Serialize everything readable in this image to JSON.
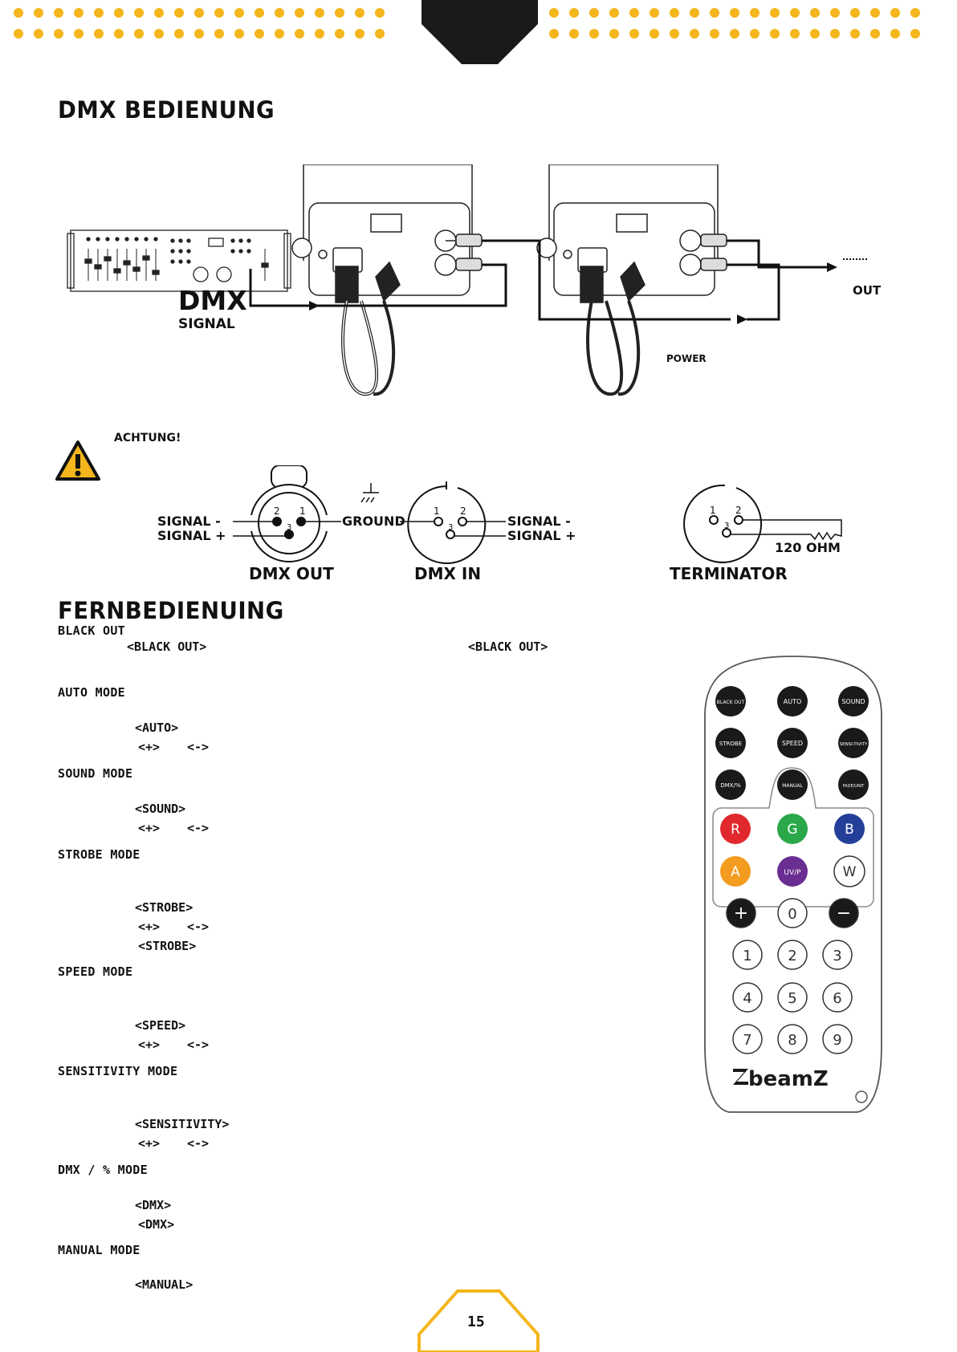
{
  "heading_dmx": "DMX BEDIENUNG",
  "diagram": {
    "dmx_big": "DMX",
    "dmx_signal": "SIGNAL",
    "power": "POWER",
    "out": "OUT"
  },
  "warning": {
    "title": "ACHTUNG!"
  },
  "connectors": {
    "signal_minus": "SIGNAL -",
    "signal_plus": "SIGNAL +",
    "ground": "GROUND",
    "dmx_out": "DMX OUT",
    "dmx_in": "DMX IN",
    "terminator": "TERMINATOR",
    "ohm": "120 OHM",
    "pin1": "1",
    "pin2": "2",
    "pin3": "3"
  },
  "heading_remote": "FERNBEDIENUING",
  "sections": {
    "black_out": "BLACK OUT",
    "black_out_cmd1": "<BLACK OUT>",
    "black_out_cmd2": "<BLACK OUT>",
    "auto": "AUTO MODE",
    "auto_cmd": "<AUTO>",
    "plus": "<+>",
    "minus": "<->",
    "sound": "SOUND MODE",
    "sound_cmd": "<SOUND>",
    "strobe": "STROBE MODE",
    "strobe_cmd": "<STROBE>",
    "speed": "SPEED MODE",
    "speed_cmd": "<SPEED>",
    "sensitivity": "SENSITIVITY MODE",
    "sensitivity_cmd": "<SENSITIVITY>",
    "dmx": "DMX / % MODE",
    "dmx_cmd": "<DMX>",
    "manual": "MANUAL MODE",
    "manual_cmd": "<MANUAL>"
  },
  "remote": {
    "black_out": "BLACK OUT",
    "auto": "AUTO",
    "sound": "SOUND",
    "strobe": "STROBE",
    "speed": "SPEED",
    "sensitivity": "SENSI-TIVITY",
    "dmx": "DMX/%",
    "manual": "MANUAL",
    "fade": "FADE/UNIT",
    "r": "R",
    "g": "G",
    "b": "B",
    "a": "A",
    "uv": "UV/P",
    "w": "W",
    "plus": "+",
    "zero": "0",
    "minus": "−",
    "n1": "1",
    "n2": "2",
    "n3": "3",
    "n4": "4",
    "n5": "5",
    "n6": "6",
    "n7": "7",
    "n8": "8",
    "n9": "9",
    "brand": "beamZ"
  },
  "page_number": "15",
  "colors": {
    "accent": "#f4b61c",
    "red": "#e0282e",
    "green": "#2aa84a",
    "blue": "#233f99",
    "amber": "#f39c1f",
    "uv": "#6a2d91"
  }
}
